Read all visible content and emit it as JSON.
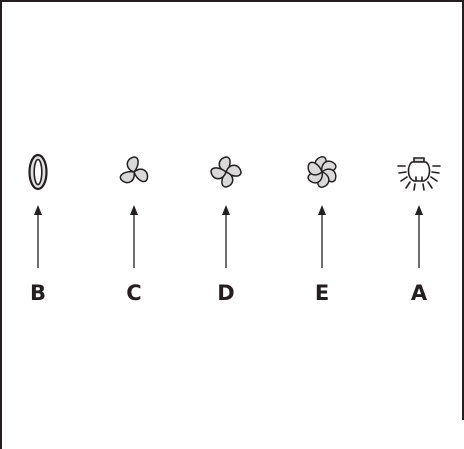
{
  "controls": [
    {
      "id": "off",
      "icon": "off-icon",
      "label": "B"
    },
    {
      "id": "fan-speed-1",
      "icon": "fan-3-blade-icon",
      "label": "C"
    },
    {
      "id": "fan-speed-2",
      "icon": "fan-4-blade-icon",
      "label": "D"
    },
    {
      "id": "fan-speed-3",
      "icon": "fan-6-blade-icon",
      "label": "E"
    },
    {
      "id": "light",
      "icon": "light-bulb-icon",
      "label": "A"
    }
  ],
  "colors": {
    "stroke": "#231f20",
    "blade_fill": "#d9d9d9",
    "background": "#ffffff"
  }
}
